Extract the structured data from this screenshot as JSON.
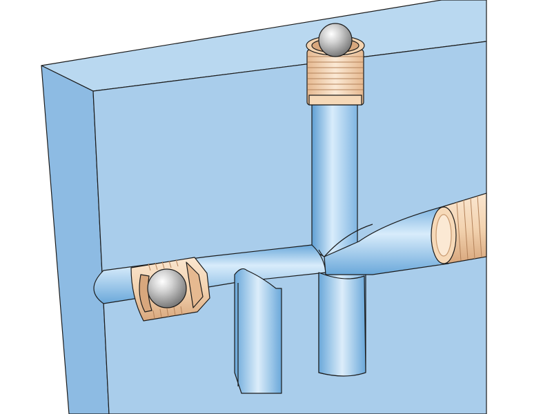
{
  "figure": {
    "subject": "cutaway-manifold-block",
    "colors": {
      "background": "#ffffff",
      "block_face": "#a9cdeb",
      "block_side": "#8dbbe3",
      "block_top": "#b9d8f0",
      "channel_light": "#d8ecfb",
      "channel_mid": "#8fc0e8",
      "channel_dark": "#5f9fd4",
      "plug_brass": "#f3d3b0",
      "plug_brass_dark": "#d8a77d",
      "ball_light": "#eeeeee",
      "ball_dark": "#7d7d7d",
      "outline": "#1a1a1a"
    },
    "components": [
      {
        "name": "manifold-block",
        "icon": "cutaway-block-icon"
      },
      {
        "name": "vertical-drilled-passage",
        "icon": "channel-icon"
      },
      {
        "name": "horizontal-drilled-passage",
        "icon": "channel-icon"
      },
      {
        "name": "top-ball-plug",
        "icon": "ball-plug-icon"
      },
      {
        "name": "left-ball-plug",
        "icon": "ball-plug-icon"
      },
      {
        "name": "right-threaded-plug",
        "icon": "threaded-plug-icon"
      }
    ]
  }
}
